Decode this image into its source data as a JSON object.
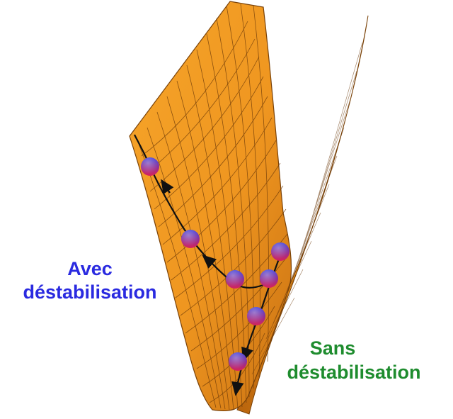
{
  "labels": {
    "with_destabilization": [
      "Avec",
      "déstabilisation"
    ],
    "without_destabilization": [
      "Sans",
      "déstabilisation"
    ]
  },
  "colors": {
    "surface": "#f39a22",
    "surface_dark": "#b45f0c",
    "mesh_line": "#5a3006",
    "path": "#111111",
    "ball_top": "#3b3bd6",
    "ball_bottom": "#d0245a",
    "label_with": "#2a2ae0",
    "label_without": "#1e8c2e"
  },
  "balls": {
    "with_path_count": 4,
    "without_path_count": 4
  }
}
